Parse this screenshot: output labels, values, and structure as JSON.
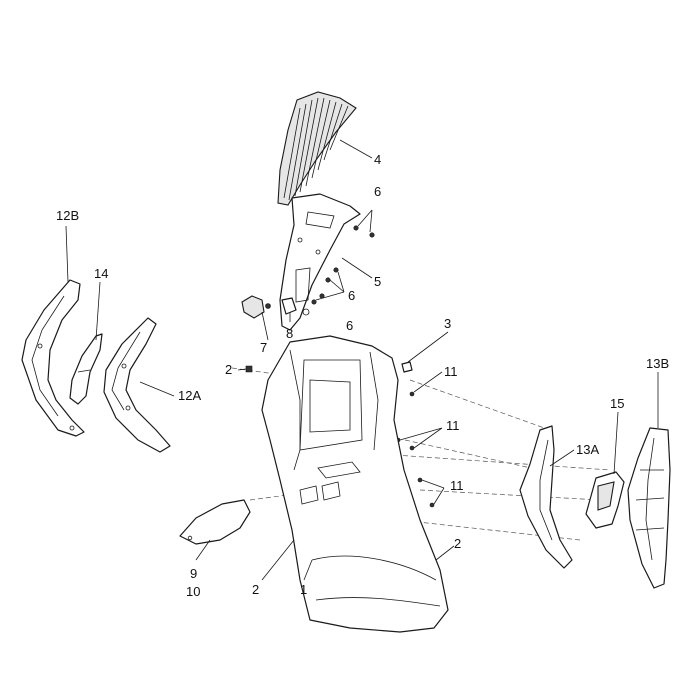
{
  "diagram": {
    "labels": {
      "l1": "1",
      "l2a": "2",
      "l2b": "2",
      "l2c": "2",
      "l3": "3",
      "l4": "4",
      "l5": "5",
      "l6a": "6",
      "l6b": "6",
      "l6c": "6",
      "l7": "7",
      "l8": "8",
      "l9": "9",
      "l10": "10",
      "l11a": "11",
      "l11b": "11",
      "l11c": "11",
      "l12A": "12A",
      "l12B": "12B",
      "l13A": "13A",
      "l13B": "13B",
      "l14": "14",
      "l15": "15"
    }
  }
}
